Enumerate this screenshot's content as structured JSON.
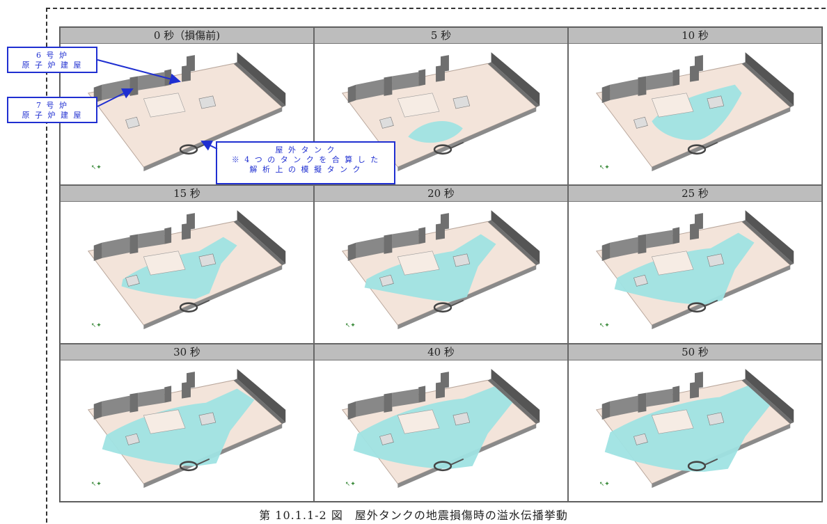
{
  "panels": [
    {
      "label": "0 秒（損傷前)",
      "flood": 0
    },
    {
      "label": "5 秒",
      "flood": 1
    },
    {
      "label": "10 秒",
      "flood": 2
    },
    {
      "label": "15 秒",
      "flood": 3
    },
    {
      "label": "20 秒",
      "flood": 4
    },
    {
      "label": "25 秒",
      "flood": 5
    },
    {
      "label": "30 秒",
      "flood": 6
    },
    {
      "label": "40 秒",
      "flood": 7
    },
    {
      "label": "50 秒",
      "flood": 8
    }
  ],
  "callouts": {
    "unit6": {
      "line1": "6 号 炉",
      "line2": "原 子 炉 建 屋"
    },
    "unit7": {
      "line1": "7 号 炉",
      "line2": "原 子 炉 建 屋"
    },
    "tank": {
      "line1": "屋 外 タ ン ク",
      "line2": "※ 4 つ の タ ン ク を 合 算 し た",
      "line3": "解 析 上 の 模 擬 タ ン ク"
    }
  },
  "caption": "第 10.1.1-2 図　屋外タンクの地震損傷時の溢水伝播挙動",
  "colors": {
    "ground": "#f3e4da",
    "water": "#9fe3e3",
    "wall": "#6f6f6f",
    "accent": "#1f2fd1"
  }
}
